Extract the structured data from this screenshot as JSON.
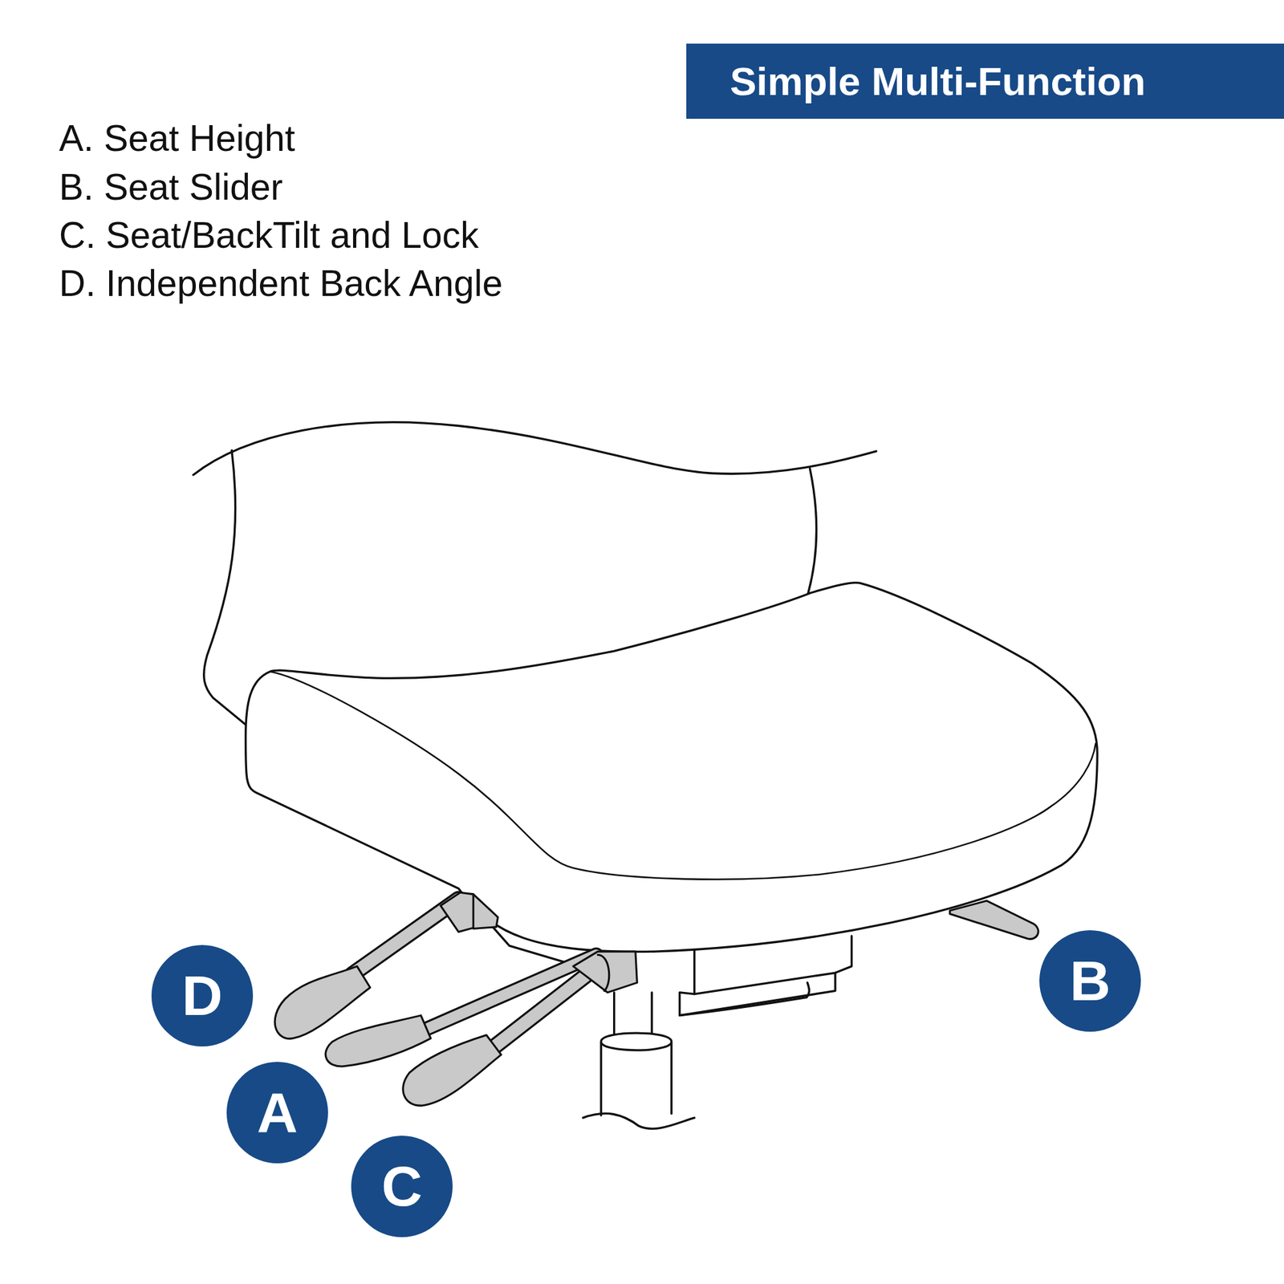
{
  "diagram": {
    "title": "Simple Multi-Function",
    "nodes": [
      {
        "text": [
          "D"
        ]
      },
      {
        "text": [
          "A"
        ]
      },
      {
        "text": [
          "C"
        ]
      },
      {
        "text": [
          "B"
        ]
      }
    ],
    "labels": [
      "A. Seat Height",
      "B. Seat Slider",
      "C. Seat/BackTilt and Lock",
      "D. Independent Back Angle"
    ]
  }
}
